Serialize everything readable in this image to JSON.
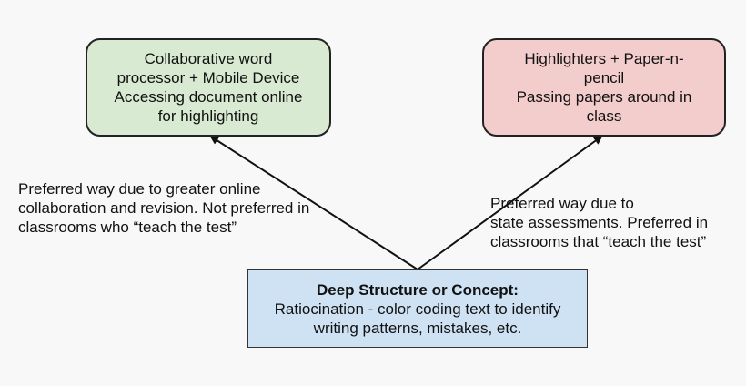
{
  "left_box": {
    "lines": [
      "Collaborative word",
      "processor + Mobile Device",
      "Accessing document online",
      "for highlighting"
    ],
    "fill": "#d8ead2"
  },
  "right_box": {
    "lines": [
      "Highlighters + Paper-n-",
      "pencil",
      "Passing papers around in",
      "class"
    ],
    "fill": "#f3cccc"
  },
  "bottom_box": {
    "title": "Deep Structure or Concept:",
    "lines": [
      "Ratiocination - color coding text to identify",
      "writing patterns, mistakes, etc."
    ],
    "fill": "#cfe2f3"
  },
  "left_label": {
    "lines": [
      "Preferred way due to greater online",
      "collaboration and revision. Not preferred in",
      "classrooms who “teach the test”"
    ]
  },
  "right_label": {
    "lines": [
      "Preferred way due to",
      "state assessments. Preferred in",
      "classrooms that “teach the test”"
    ]
  }
}
